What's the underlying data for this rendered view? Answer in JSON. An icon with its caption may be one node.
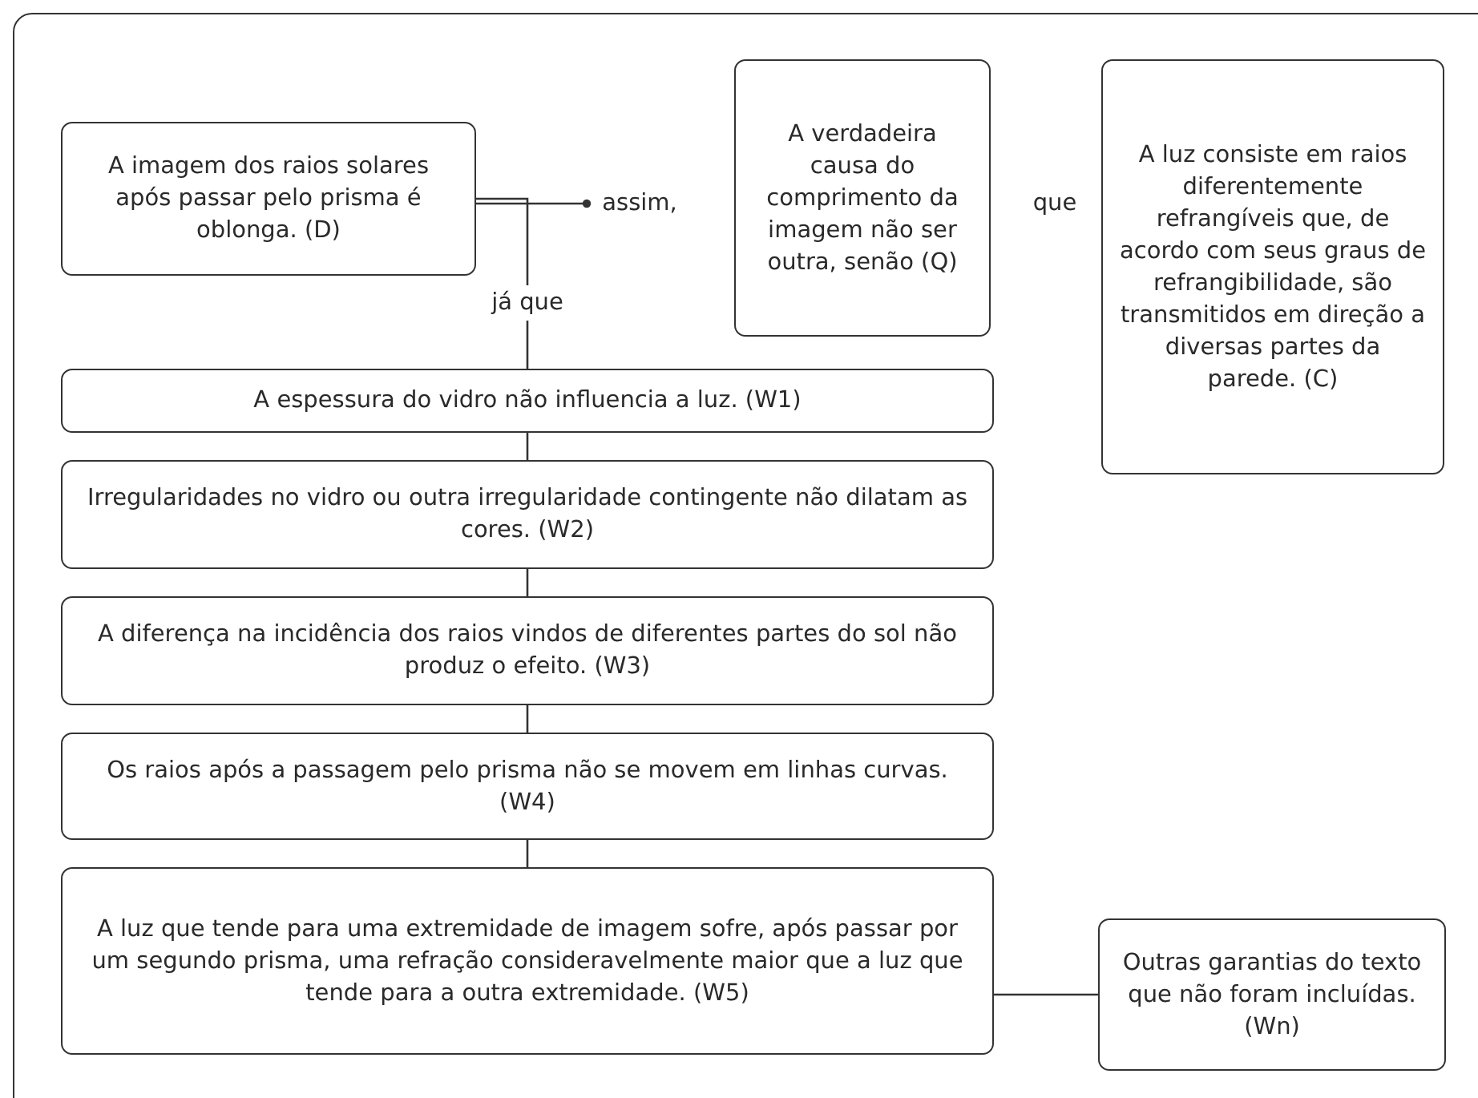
{
  "diagram": {
    "nodes": [
      {
        "text": [
          "A imagem dos raios solares após passar pelo prisma é oblonga. (D)"
        ]
      },
      {
        "text": [
          "assim,"
        ]
      },
      {
        "text": [
          "A verdadeira causa do comprimento da imagem não ser outra, senão (Q)"
        ]
      },
      {
        "text": [
          "que"
        ]
      },
      {
        "text": [
          "A luz consiste em raios diferentemente refrangíveis que, de acordo com seus graus de refrangibilidade, são transmitidos em direção a diversas partes da parede. (C)"
        ]
      },
      {
        "text": [
          "A espessura do vidro não influencia a luz. (W1)"
        ]
      },
      {
        "text": [
          "Irregularidades no vidro ou outra irregularidade contingente não dilatam as cores. (W2)"
        ]
      },
      {
        "text": [
          "A diferença na incidência dos raios vindos de diferentes partes do sol não produz o efeito. (W3)"
        ]
      },
      {
        "text": [
          "Os raios após a passagem pelo prisma não se movem em linhas curvas. (W4)"
        ]
      },
      {
        "text": [
          "A luz que tende para uma extremidade de imagem sofre, após passar por um segundo prisma, uma refração consideravelmente maior que a luz que tende para a outra extremidade. (W5)"
        ]
      },
      {
        "text": [
          "Outras garantias do texto que não foram incluídas. (Wn)"
        ]
      }
    ],
    "edges": [
      {
        "from": 0,
        "to": 1,
        "arrow": "other"
      },
      {
        "from": 0,
        "to": 5,
        "arrow": "none",
        "label": "já que"
      },
      {
        "from": 5,
        "to": 6,
        "arrow": "none"
      },
      {
        "from": 6,
        "to": 7,
        "arrow": "none"
      },
      {
        "from": 7,
        "to": 8,
        "arrow": "none"
      },
      {
        "from": 8,
        "to": 9,
        "arrow": "none"
      },
      {
        "from": 9,
        "to": 10,
        "arrow": "none"
      }
    ]
  }
}
